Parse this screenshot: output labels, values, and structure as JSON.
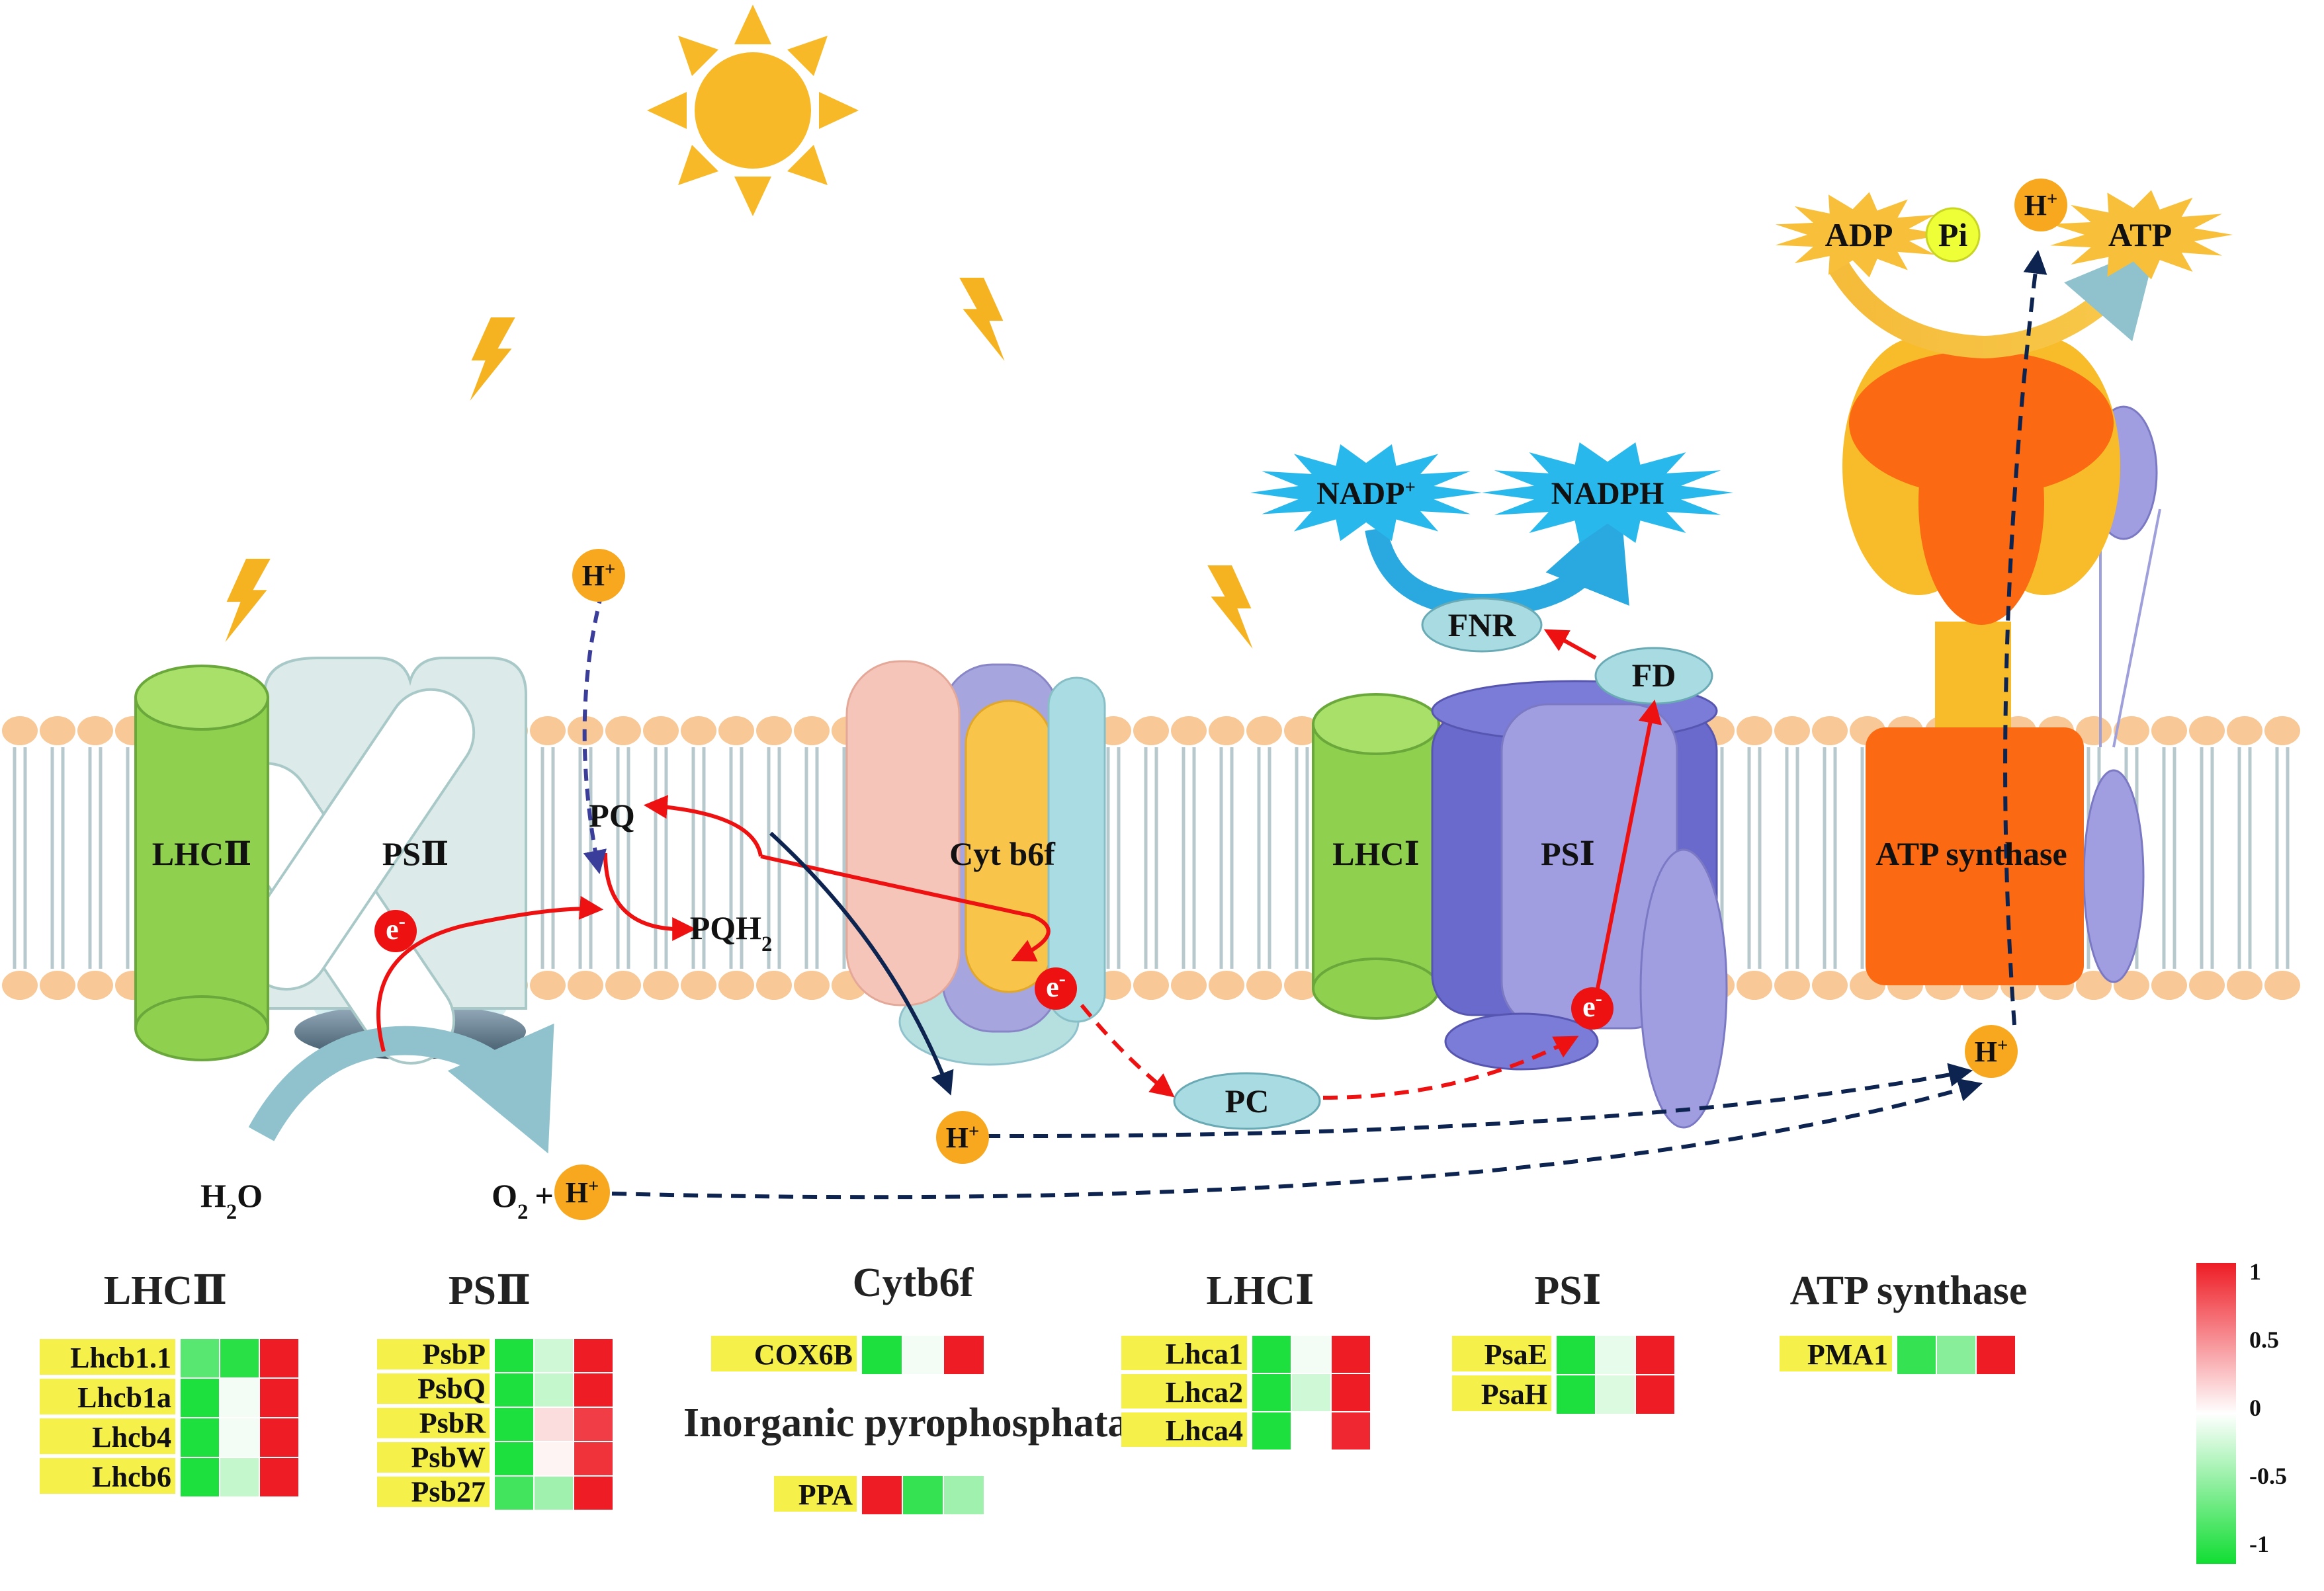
{
  "diagram": {
    "complexes": {
      "lhc2": "LHCⅡ",
      "ps2": "PSⅡ",
      "cytb6f": "Cyt b6f",
      "lhc1": "LHCⅠ",
      "ps1": "PSⅠ",
      "atp_synthase": "ATP synthase"
    },
    "carriers": {
      "pq": "PQ",
      "pqh2": "PQH",
      "pqh2_sub": "2",
      "pc": "PC",
      "fd": "FD",
      "fnr": "FNR",
      "electron": "e",
      "electron_sup": "-"
    },
    "molecules": {
      "h_plus": "H",
      "h_plus_sup": "+",
      "h2o": "H",
      "h2o_sub": "2",
      "h2o_tail": "O",
      "o2": "O",
      "o2_sub": "2",
      "plus": "+",
      "nadp": "NADP",
      "nadp_sup": "+",
      "nadph": "NADPH",
      "adp": "ADP",
      "pi": "Pi",
      "atp": "ATP"
    }
  },
  "heatmap": {
    "colors": {
      "up": "#ee1c25",
      "down": "#11dd33",
      "neutral": "#ffffff",
      "highlight": "#f5f04a"
    },
    "groups": [
      {
        "id": "lhc2",
        "title": "LHCⅡ",
        "genes": [
          {
            "name": "Lhcb1.1",
            "values": [
              -0.7,
              -0.9,
              1.0
            ]
          },
          {
            "name": "Lhcb1a",
            "values": [
              -0.95,
              -0.05,
              1.0
            ]
          },
          {
            "name": "Lhcb4",
            "values": [
              -0.95,
              -0.05,
              1.0
            ]
          },
          {
            "name": "Lhcb6",
            "values": [
              -0.95,
              -0.25,
              1.0
            ]
          }
        ]
      },
      {
        "id": "ps2",
        "title": "PSⅡ",
        "genes": [
          {
            "name": "PsbP",
            "values": [
              -0.95,
              -0.2,
              1.0
            ]
          },
          {
            "name": "PsbQ",
            "values": [
              -0.95,
              -0.25,
              1.0
            ]
          },
          {
            "name": "PsbR",
            "values": [
              -0.95,
              0.15,
              0.85
            ]
          },
          {
            "name": "PsbW",
            "values": [
              -0.95,
              0.05,
              0.9
            ]
          },
          {
            "name": "Psb27",
            "values": [
              -0.8,
              -0.4,
              1.0
            ]
          }
        ]
      },
      {
        "id": "cytb6f",
        "title": "Cytb6f",
        "genes": [
          {
            "name": "COX6B",
            "values": [
              -0.95,
              -0.05,
              1.0
            ]
          }
        ]
      },
      {
        "id": "ppase",
        "title": "Inorganic pyrophosphatase",
        "genes": [
          {
            "name": "PPA",
            "values": [
              1.0,
              -0.85,
              -0.4
            ]
          }
        ]
      },
      {
        "id": "lhc1",
        "title": "LHCⅠ",
        "genes": [
          {
            "name": "Lhca1",
            "values": [
              -0.95,
              -0.05,
              1.0
            ]
          },
          {
            "name": "Lhca2",
            "values": [
              -0.95,
              -0.2,
              1.0
            ]
          },
          {
            "name": "Lhca4",
            "values": [
              -0.95,
              0.0,
              0.95
            ]
          }
        ]
      },
      {
        "id": "ps1",
        "title": "PSⅠ",
        "genes": [
          {
            "name": "PsaE",
            "values": [
              -0.95,
              -0.1,
              1.0
            ]
          },
          {
            "name": "PsaH",
            "values": [
              -0.95,
              -0.15,
              1.0
            ]
          }
        ]
      },
      {
        "id": "atp",
        "title": "ATP synthase",
        "genes": [
          {
            "name": "PMA1",
            "values": [
              -0.85,
              -0.5,
              1.0
            ]
          }
        ]
      }
    ],
    "legend_ticks": [
      "1",
      "0.5",
      "0",
      "-0.5",
      "-1"
    ]
  }
}
